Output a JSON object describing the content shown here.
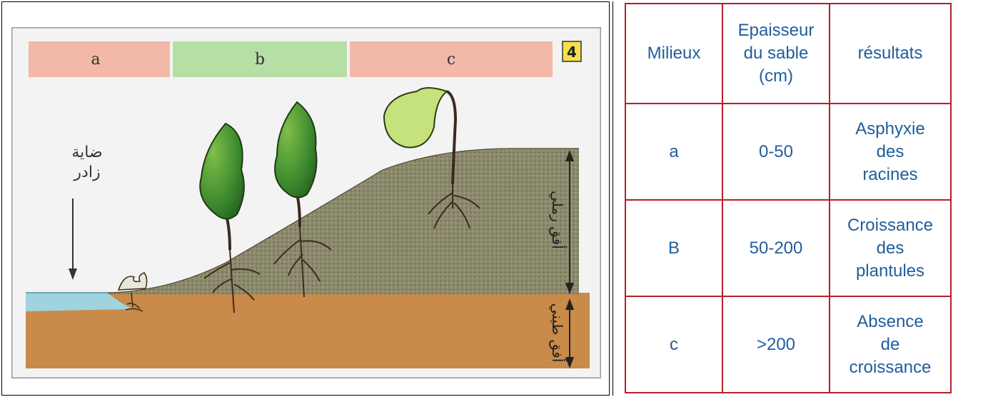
{
  "diagram": {
    "column_labels": [
      "a",
      "b",
      "c"
    ],
    "figure_number": "4",
    "water_label_line1": "ضاية",
    "water_label_line2": "زادر",
    "sand_horizon_label": "أفق رملي",
    "clay_horizon_label": "أفق طيني",
    "colors": {
      "band_a": "#f2b8a8",
      "band_b": "#b6dfa6",
      "band_c": "#f2b8a8",
      "sand": "#8c8a6c",
      "clay": "#c98a4a",
      "water": "#9fd3de",
      "tree": "#3f8c2f"
    }
  },
  "table": {
    "headers": [
      "Milieux",
      "Epaisseur\ndu sable\n(cm)",
      "résultats"
    ],
    "rows": [
      [
        "a",
        "0-50",
        "Asphyxie\ndes\nracines"
      ],
      [
        "B",
        "50-200",
        "Croissance\ndes\nplantules"
      ],
      [
        "c",
        ">200",
        "Absence\nde\ncroissance"
      ]
    ],
    "colors": {
      "border": "#b5202a",
      "text": "#1f5e9c"
    }
  }
}
